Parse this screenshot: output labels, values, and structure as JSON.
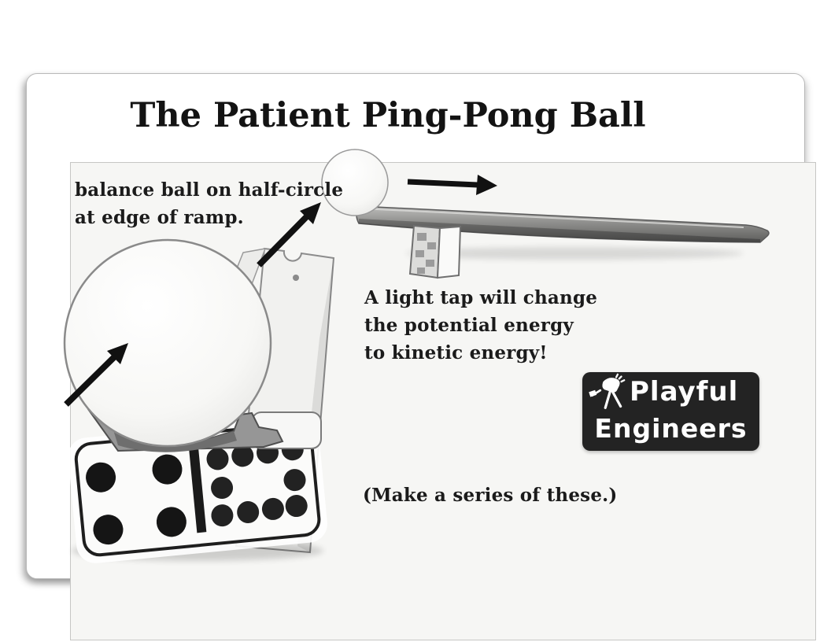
{
  "page": {
    "title": "The Patient Ping-Pong Ball"
  },
  "notes": {
    "balance": {
      "line1": "balance ball on half-circle",
      "line2": "at edge of ramp."
    },
    "energy": {
      "line1": "A light tap will change",
      "line2": "the potential energy",
      "line3": "to kinetic energy!"
    },
    "series": {
      "text": "(Make a series of these.)"
    }
  },
  "logo": {
    "word1": "Playful",
    "word2": "Engineers"
  },
  "colors": {
    "ink": "#1b1b1b",
    "arrow": "#111111",
    "card_background": "#f6f6f4",
    "logo_background": "#232323",
    "plank_gray": "#8f8f8d",
    "pip_black": "#151515"
  }
}
